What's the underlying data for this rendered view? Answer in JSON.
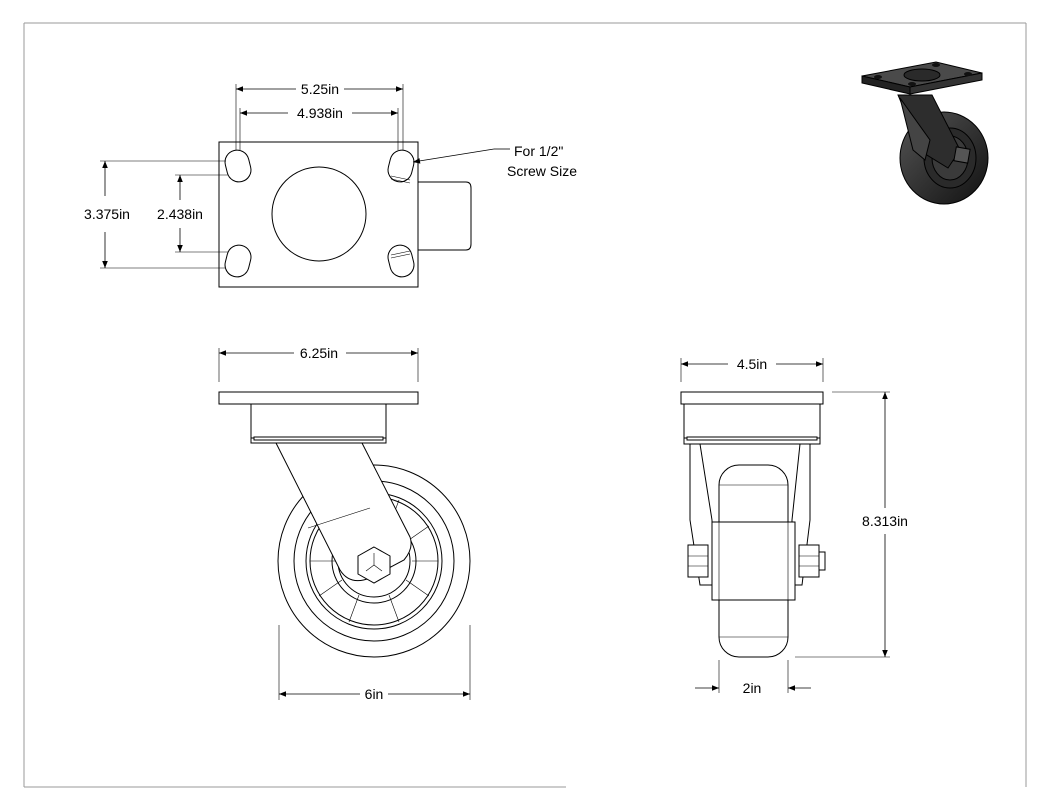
{
  "drawing": {
    "top_view": {
      "dim_outer_width": "5.25in",
      "dim_hole_width": "4.938in",
      "dim_outer_height": "3.375in",
      "dim_hole_height": "2.438in",
      "note_line1": "For 1/2\"",
      "note_line2": "Screw Size"
    },
    "front_view": {
      "dim_plate_width": "6.25in",
      "dim_wheel_diameter": "6in"
    },
    "side_view": {
      "dim_plate_width": "4.5in",
      "dim_overall_height": "8.313in",
      "dim_wheel_width": "2in"
    }
  }
}
